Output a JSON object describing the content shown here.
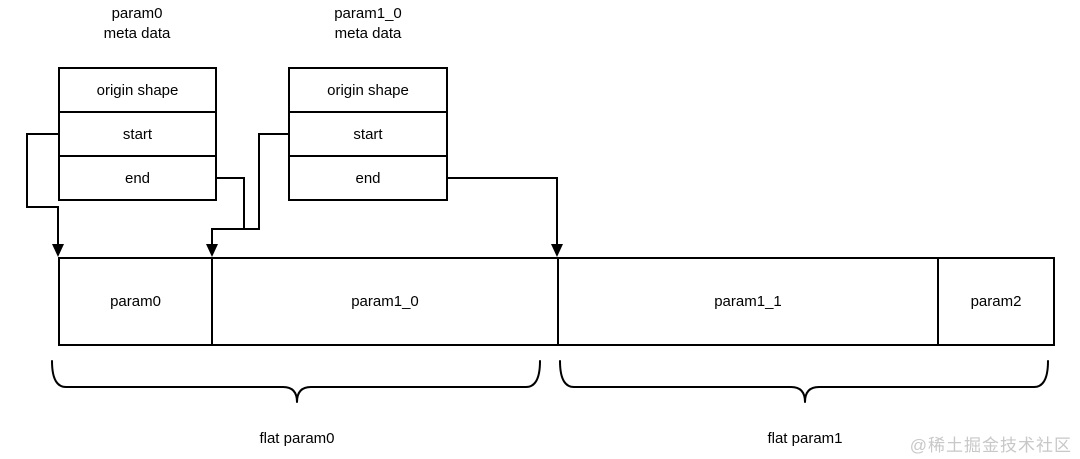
{
  "diagram": {
    "meta_tables": [
      {
        "title": "param0\nmeta data",
        "rows": [
          "origin shape",
          "start",
          "end"
        ]
      },
      {
        "title": "param1_0\nmeta data",
        "rows": [
          "origin shape",
          "start",
          "end"
        ]
      }
    ],
    "flat_buffer": {
      "segments": [
        {
          "label": "param0"
        },
        {
          "label": "param1_0"
        },
        {
          "label": "param1_1"
        },
        {
          "label": "param2"
        }
      ]
    },
    "braces": [
      {
        "label": "flat param0"
      },
      {
        "label": "flat param1"
      }
    ],
    "watermark": "@稀土掘金技术社区",
    "colors": {
      "stroke": "#000000",
      "background": "#ffffff",
      "watermark_text": "#c8c8c8"
    }
  }
}
